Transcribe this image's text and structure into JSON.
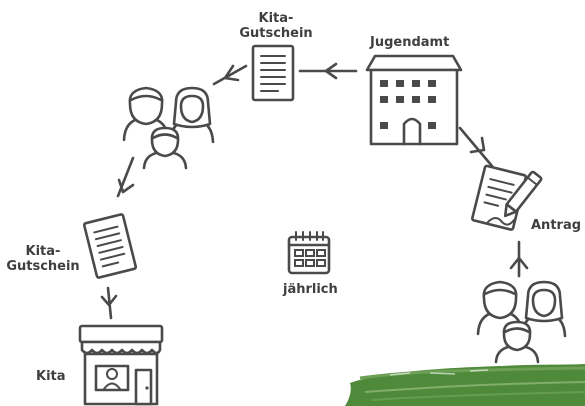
{
  "labels": {
    "voucher_top": "Kita-\nGutschein",
    "youth_office": "Jugendamt",
    "application": "Antrag",
    "voucher_left": "Kita-\nGutschein",
    "yearly": "jährlich",
    "daycare": "Kita"
  },
  "colors": {
    "line": "#4a4a4a",
    "text": "#3f3f3f",
    "accent": "#4f8a3a"
  }
}
